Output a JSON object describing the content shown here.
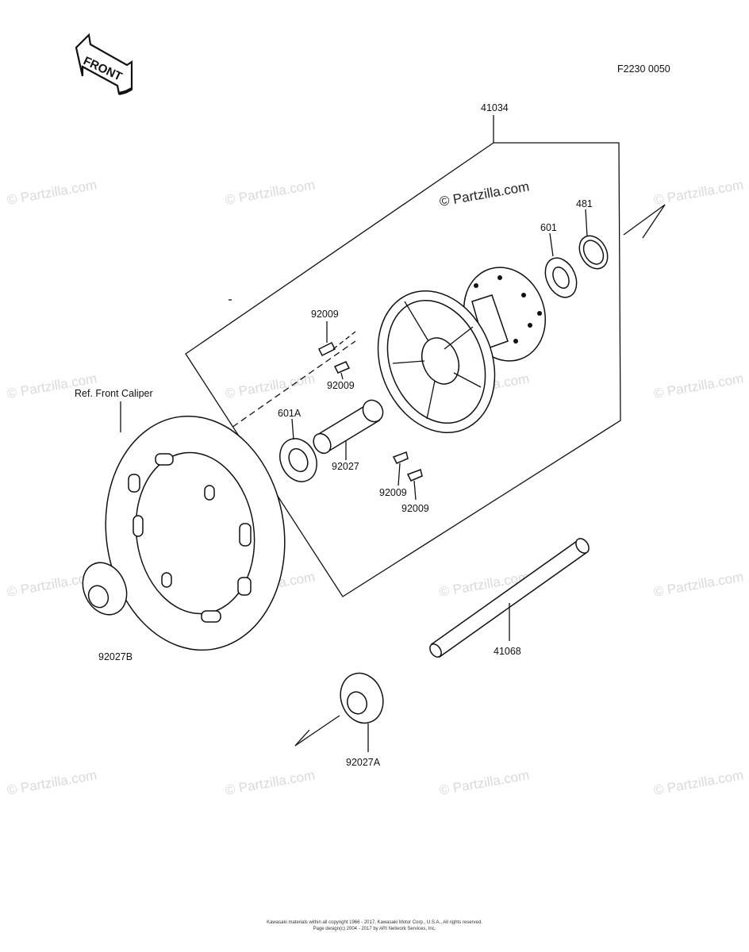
{
  "figure_code": "F2230 0050",
  "front_label": "FRONT",
  "watermark_text": "© Partzilla.com",
  "parts": {
    "hub_assembly": "41034",
    "oil_seal": "481",
    "ball_bearing": "601",
    "ball_bearing_a": "601A",
    "screw_1": "92009",
    "screw_2": "92009",
    "screw_3": "92009",
    "screw_4": "92009",
    "collar": "92027",
    "collar_a": "92027A",
    "collar_b": "92027B",
    "axle": "41068",
    "caliper_ref": "Ref. Front Caliper"
  },
  "copyright": {
    "line1": "Kawasaki materials within all copyright 1966 - 2017, Kawasaki Motor Corp., U.S.A., All rights reserved.",
    "line2": "Page design(c) 2004 - 2017 by ARI Network Services, Inc."
  }
}
